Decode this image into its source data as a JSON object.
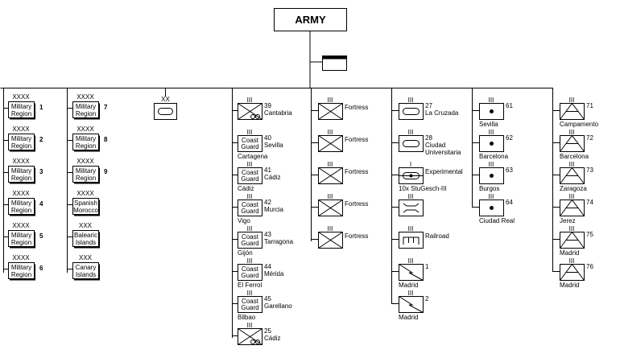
{
  "army": {
    "title": "ARMY"
  },
  "regions": [
    {
      "echelon": "XXXX",
      "line1": "Military",
      "line2": "Region",
      "num": "1"
    },
    {
      "echelon": "XXXX",
      "line1": "Military",
      "line2": "Region",
      "num": "2"
    },
    {
      "echelon": "XXXX",
      "line1": "Military",
      "line2": "Region",
      "num": "3"
    },
    {
      "echelon": "XXXX",
      "line1": "Military",
      "line2": "Region",
      "num": "4"
    },
    {
      "echelon": "XXXX",
      "line1": "Military",
      "line2": "Region",
      "num": "5"
    },
    {
      "echelon": "XXXX",
      "line1": "Military",
      "line2": "Region",
      "num": "6"
    }
  ],
  "regions2": [
    {
      "echelon": "XXXX",
      "line1": "Military",
      "line2": "Region",
      "num": "7"
    },
    {
      "echelon": "XXXX",
      "line1": "Military",
      "line2": "Region",
      "num": "8"
    },
    {
      "echelon": "XXXX",
      "line1": "Military",
      "line2": "Region",
      "num": "9"
    },
    {
      "echelon": "XXXX",
      "line1": "Spanish",
      "line2": "Morocco",
      "num": ""
    },
    {
      "echelon": "XXX",
      "line1": "Balearic",
      "line2": "Islands",
      "num": ""
    },
    {
      "echelon": "XXX",
      "line1": "Canary",
      "line2": "Islands",
      "num": ""
    }
  ],
  "armored_div": {
    "echelon": "XX"
  },
  "infantry": [
    {
      "echelon": "III",
      "type": "infantry-mtn",
      "num": "39",
      "name": "Cantabria",
      "below": ""
    },
    {
      "echelon": "III",
      "type": "coast",
      "line1": "Coast",
      "line2": "Guard",
      "num": "40",
      "name": "Sevilla",
      "below": "Cartagena"
    },
    {
      "echelon": "III",
      "type": "coast",
      "line1": "Coast",
      "line2": "Guard",
      "num": "41",
      "name": "Cádiz",
      "below": "Cádiz"
    },
    {
      "echelon": "III",
      "type": "coast",
      "line1": "Coast",
      "line2": "Guard",
      "num": "42",
      "name": "Murcia",
      "below": "Vigo"
    },
    {
      "echelon": "III",
      "type": "coast",
      "line1": "Coast",
      "line2": "Guard",
      "num": "43",
      "name": "Tarragona",
      "below": "Gijón"
    },
    {
      "echelon": "III",
      "type": "coast",
      "line1": "Coast",
      "line2": "Guard",
      "num": "44",
      "name": "Mérida",
      "below": "El Ferrol"
    },
    {
      "echelon": "III",
      "type": "coast",
      "line1": "Coast",
      "line2": "Guard",
      "num": "45",
      "name": "Garellano",
      "below": "Bilbao"
    },
    {
      "echelon": "III",
      "type": "infantry-mtn",
      "num": "25",
      "name": "Cádiz",
      "below": ""
    }
  ],
  "fortress": [
    {
      "echelon": "III",
      "label": "Fortress"
    },
    {
      "echelon": "III",
      "label": "Fortress"
    },
    {
      "echelon": "III",
      "label": "Fortress"
    },
    {
      "echelon": "III",
      "label": "Fortress"
    },
    {
      "echelon": "III",
      "label": "Fortress"
    }
  ],
  "armor": [
    {
      "echelon": "III",
      "type": "armor",
      "num": "27",
      "name": "La Cruzada",
      "name2": ""
    },
    {
      "echelon": "III",
      "type": "armor",
      "num": "28",
      "name": "Ciudad",
      "name2": "Universitaria"
    },
    {
      "echelon": "I",
      "type": "armor-gun",
      "num": "",
      "name": "Experimental",
      "name2": "",
      "below": "10x StuGesch-III"
    },
    {
      "echelon": "III",
      "type": "bridge",
      "num": "",
      "name": "",
      "name2": ""
    },
    {
      "echelon": "III",
      "type": "railroad",
      "num": "",
      "name": "Railroad",
      "name2": ""
    },
    {
      "echelon": "III",
      "type": "signal",
      "num": "1",
      "name": "",
      "name2": "",
      "below": "Madrid"
    },
    {
      "echelon": "III",
      "type": "signal",
      "num": "2",
      "name": "",
      "name2": "",
      "below": "Madrid"
    }
  ],
  "artillery": [
    {
      "echelon": "III",
      "num": "61",
      "below": "Sevilla"
    },
    {
      "echelon": "III",
      "num": "62",
      "below": "Barcelona"
    },
    {
      "echelon": "III",
      "num": "63",
      "below": "Burgos"
    },
    {
      "echelon": "III",
      "num": "64",
      "below": "Ciudad Real"
    }
  ],
  "engineers": [
    {
      "echelon": "III",
      "num": "71",
      "below": "Campamento"
    },
    {
      "echelon": "III",
      "num": "72",
      "below": "Barcelona"
    },
    {
      "echelon": "III",
      "num": "73",
      "below": "Zaragoza"
    },
    {
      "echelon": "III",
      "num": "74",
      "below": "Jerez"
    },
    {
      "echelon": "III",
      "num": "75",
      "below": "Madrid"
    },
    {
      "echelon": "III",
      "num": "76",
      "below": "Madrid"
    }
  ]
}
